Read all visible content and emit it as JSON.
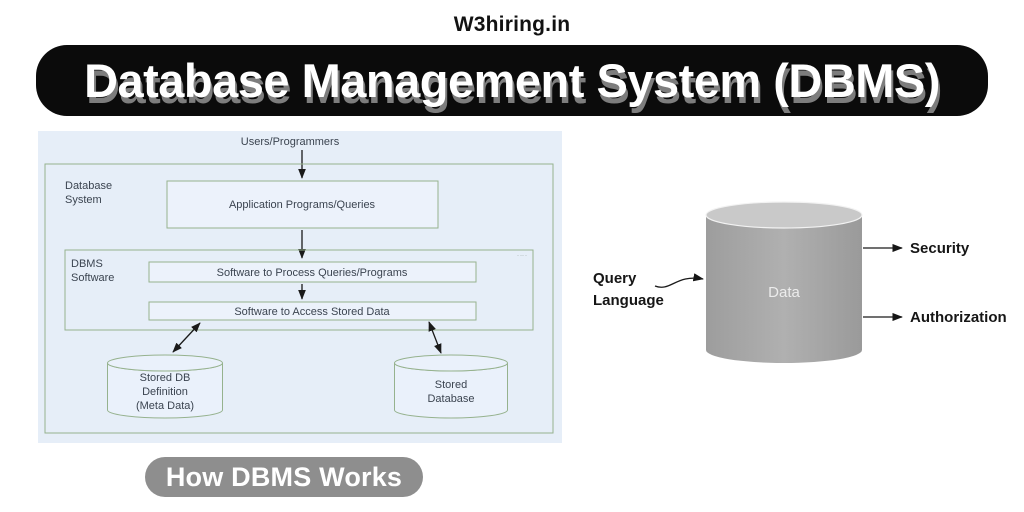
{
  "header": {
    "site": "W3hiring.in"
  },
  "banner": {
    "title": "Database Management System (DBMS)"
  },
  "footer": {
    "caption": "How DBMS Works"
  },
  "architecture": {
    "users_label": "Users/Programmers",
    "outer_label_lines": [
      "Database",
      "System"
    ],
    "app_box_label": "Application Programs/Queries",
    "inner_label_lines": [
      "DBMS",
      "Software"
    ],
    "watermark": "·· ···· ··",
    "process_box_label": "Software to Process Queries/Programs",
    "access_box_label": "Software to Access Stored Data",
    "meta_cylinder_lines": [
      "Stored DB",
      "Definition",
      "(Meta Data)"
    ],
    "db_cylinder_lines": [
      "Stored",
      "Database"
    ]
  },
  "illustration": {
    "cylinder_label": "Data",
    "query_label_lines": [
      "Query",
      "Language"
    ],
    "security_label": "Security",
    "authorization_label": "Authorization"
  },
  "colors": {
    "banner_bg": "#0b0b0b",
    "banner_text": "#ffffff",
    "banner_shadow": "#7d7d7d",
    "panel_bg": "#e6eef8",
    "diagram_green": "#96b28e",
    "diagram_text": "#3b4450",
    "cylinder_body_gray": "#a8a8a8",
    "cylinder_top_gray": "#c9c9c9",
    "pill_bg": "#8e8e8e",
    "pill_text": "#ffffff"
  }
}
